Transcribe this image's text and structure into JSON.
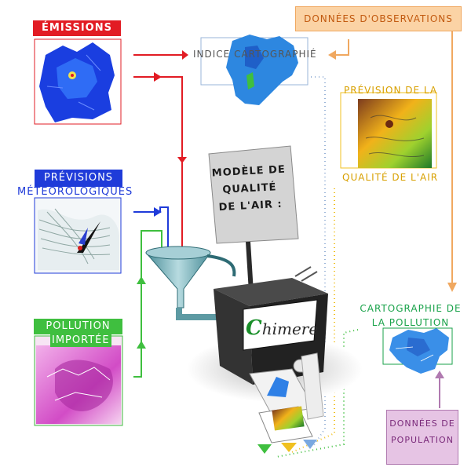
{
  "labels": {
    "emissions": "ÉMISSIONS",
    "previsions_line1": "PRÉVISIONS",
    "previsions_line2": "MÉTÉOROLOGIQUES",
    "pollution_line1": "POLLUTION",
    "pollution_line2": "IMPORTÉE",
    "indice": "INDICE CARTOGRAPHIÉ",
    "observations": "DONNÉES D'OBSERVATIONS",
    "prevision_air_line1": "PRÉVISION DE LA",
    "prevision_air_line2": "QUALITÉ DE L'AIR",
    "cartographie": "CARTOGRAPHIE DE LA POLLUTION",
    "population": "DONNÉES DE POPULATION",
    "modele": "MODÈLE DE QUALITÉ DE L'AIR :",
    "chimere_c": "C",
    "chimere_rest": "himere"
  },
  "colors": {
    "emissions": "#e21c24",
    "meteo": "#1f3bd9",
    "pollution": "#3fbf3f",
    "observations": "#f0a860",
    "prevision": "#d8a000",
    "cartographie": "#19a24a",
    "population": "#b07ab0"
  }
}
